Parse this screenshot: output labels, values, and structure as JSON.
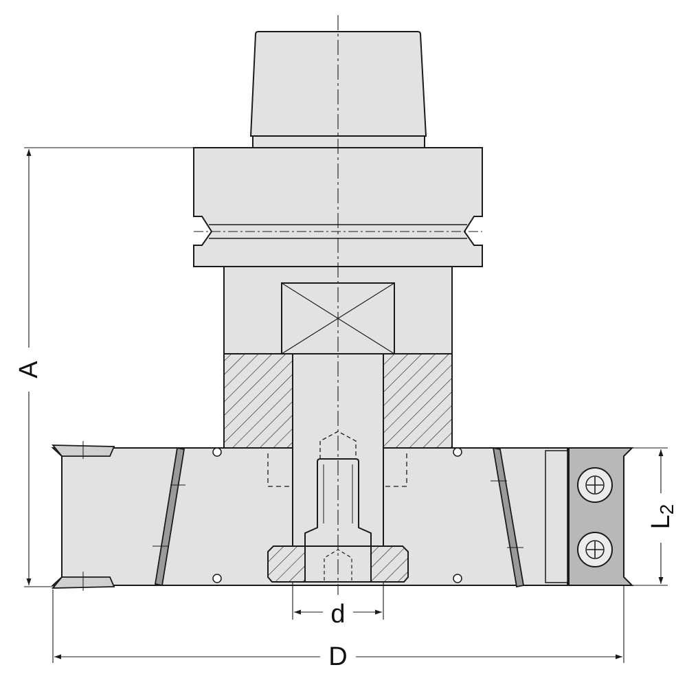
{
  "labels": {
    "overall_height": "A",
    "bore_diameter": "d",
    "cutter_diameter": "D",
    "cutting_length": "L",
    "cutting_length_subscript": "2"
  },
  "colors": {
    "line": "#1a1a1a",
    "body_fill": "#e2e2e2",
    "insert_fill": "#b8b8b8",
    "screw_fill": "#ececec",
    "background": "#ffffff"
  }
}
